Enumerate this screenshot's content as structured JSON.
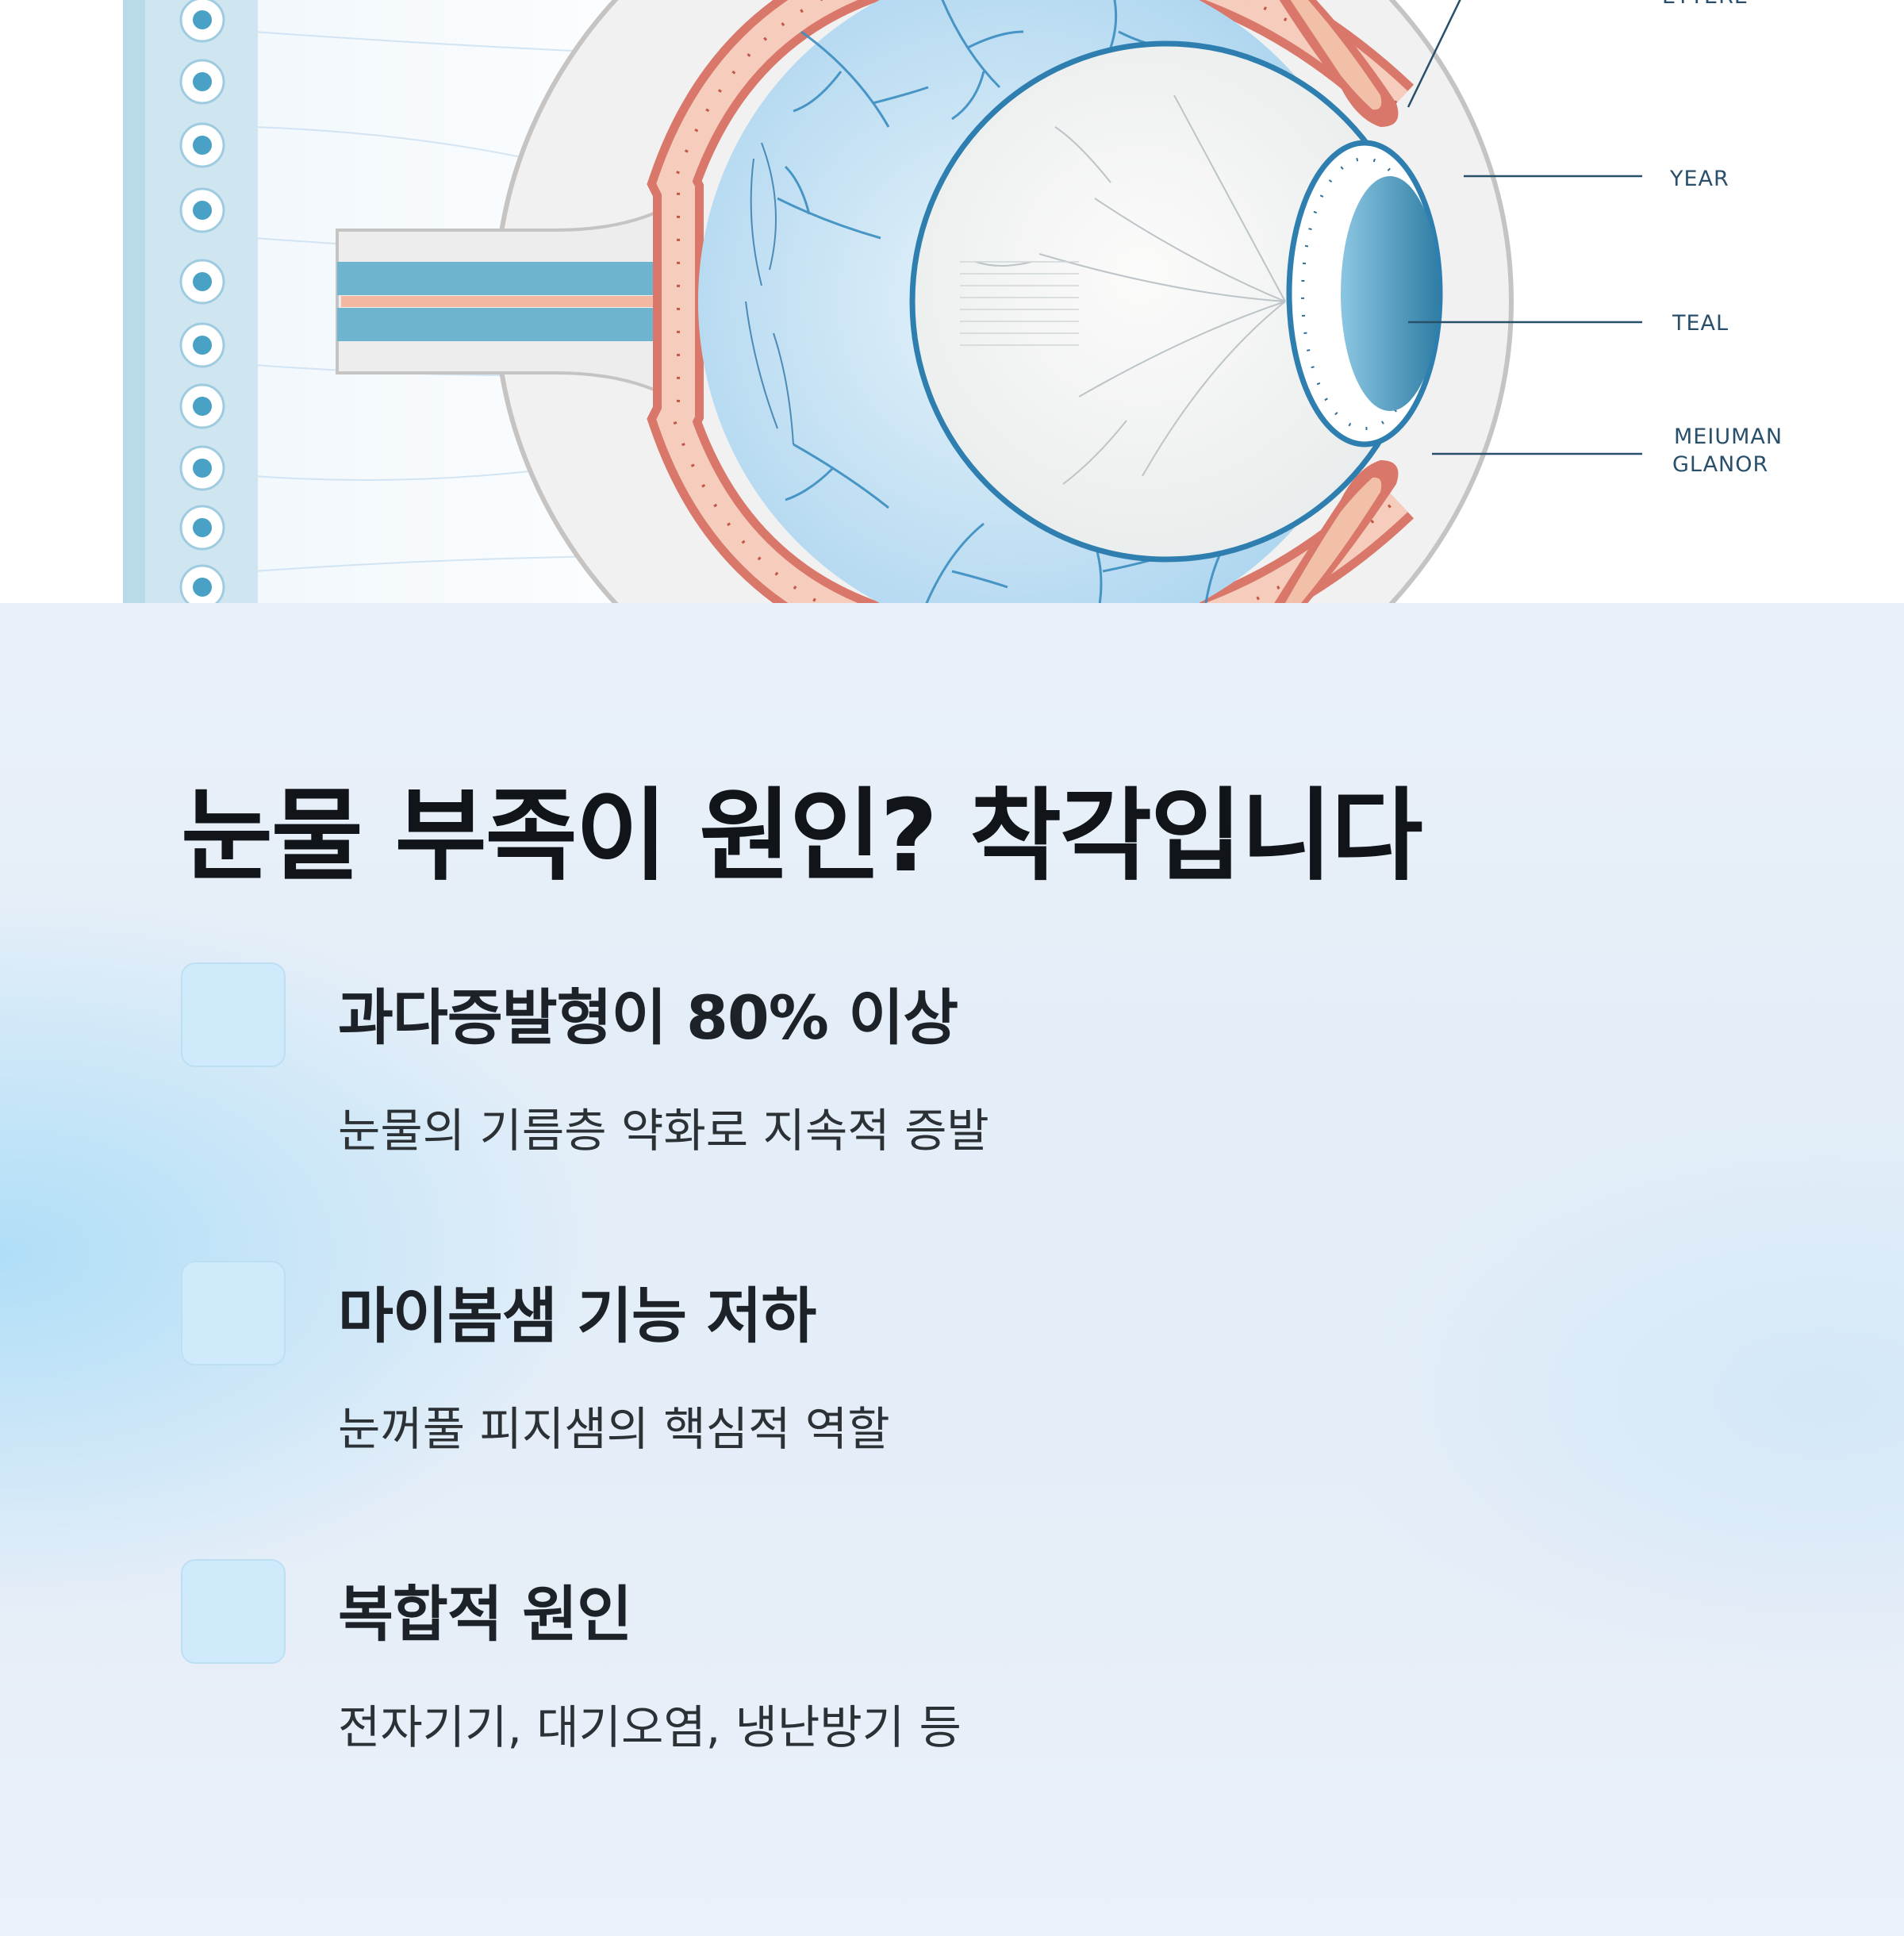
{
  "diagram": {
    "labels": {
      "top": "EYYERE",
      "year": "YEAR",
      "teal": "TEAL",
      "meiuman_line1": "MEIUMAN",
      "meiuman_line2": "GLANOR"
    }
  },
  "headline": "눈물 부족이 원인? 착각입니다",
  "items": [
    {
      "title": "과다증발형이 80% 이상",
      "description": "눈물의 기름층 약화로 지속적 증발"
    },
    {
      "title": "마이봄샘 기능 저하",
      "description": "눈꺼풀 피지샘의 핵심적 역할"
    },
    {
      "title": "복합적 원인",
      "description": "전자기기, 대기오염, 냉난방기 등"
    }
  ],
  "colors": {
    "sclera_red": "#d9786a",
    "eye_blue": "#3e8fbf",
    "item_box": "#cfebfb",
    "headline": "#111418"
  }
}
